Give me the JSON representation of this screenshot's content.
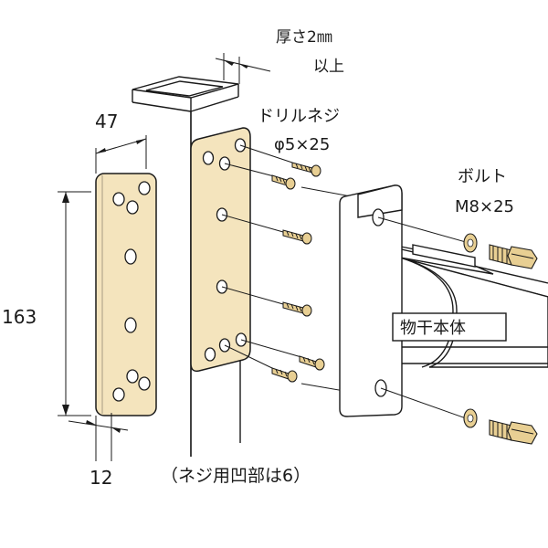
{
  "labels": {
    "thickness": "厚さ2㎜",
    "thickness_min": "以上",
    "screw_name": "ドリルネジ",
    "screw_size": "φ5×25",
    "bolt_name": "ボルト",
    "bolt_size": "M8×25",
    "main_body": "物干本体",
    "note": "（ネジ用凹部は6）"
  },
  "dimensions": {
    "width": "47",
    "height": "163",
    "thickness": "12"
  },
  "colors": {
    "plate": "#f4e4bd",
    "screw": "#e8cf93",
    "line": "#1a1a1a"
  }
}
